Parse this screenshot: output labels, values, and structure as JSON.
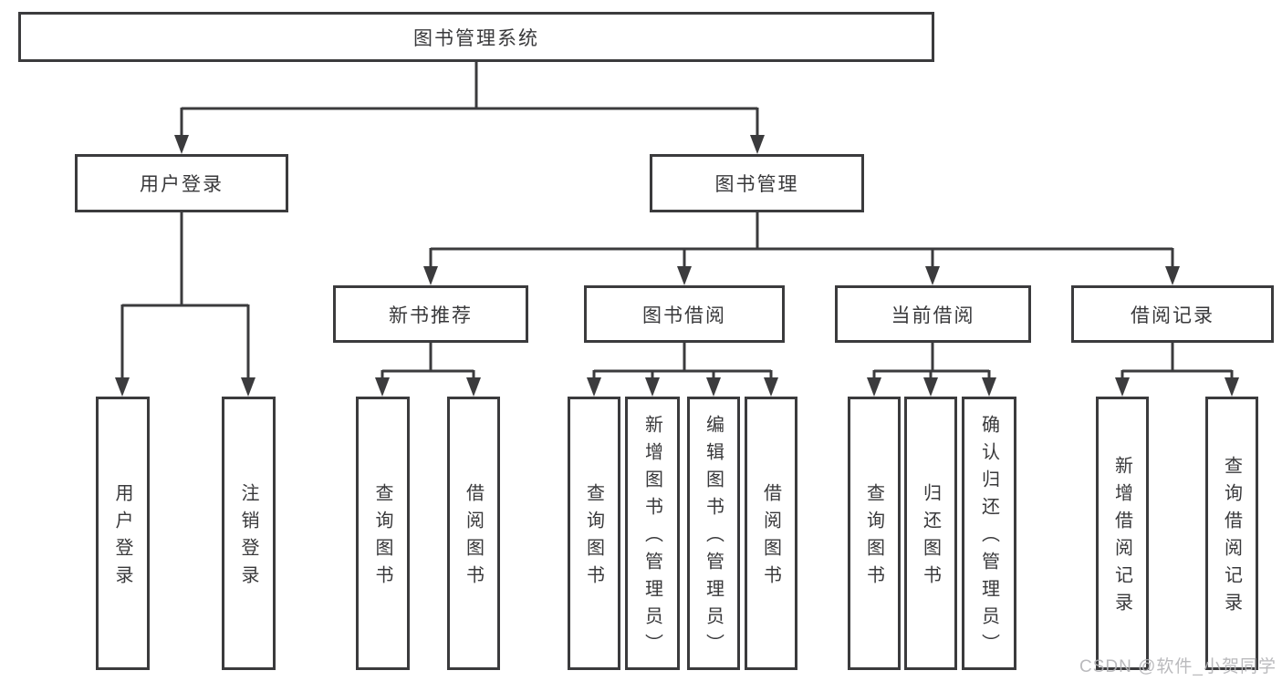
{
  "diagram": {
    "root": "图书管理系统",
    "level2": [
      "用户登录",
      "图书管理"
    ],
    "level3": [
      "新书推荐",
      "图书借阅",
      "当前借阅",
      "借阅记录"
    ],
    "leaves": [
      "用户登录",
      "注销登录",
      "查询图书",
      "借阅图书",
      "查询图书",
      "新增图书（管理员）",
      "编辑图书（管理员）",
      "借阅图书",
      "查询图书",
      "归还图书",
      "确认归还（管理员）",
      "新增借阅记录",
      "查询借阅记录"
    ],
    "line_color": "#3b3b3d",
    "watermark": "CSDN @软件_小贺同学"
  }
}
